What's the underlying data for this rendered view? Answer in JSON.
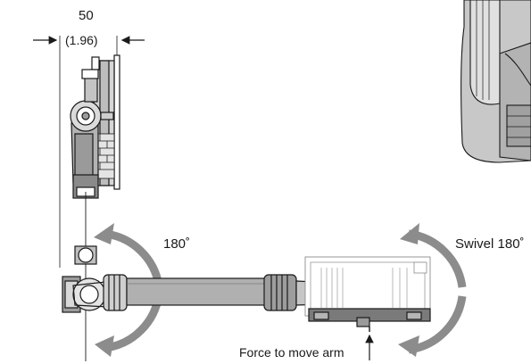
{
  "labels": {
    "width_dimension": "50",
    "width_dimension_inches": "(1.96)",
    "rotation": "180˚",
    "swivel": "Swivel 180˚",
    "force": "Force to move arm"
  },
  "colors": {
    "line": "#1a1a1a",
    "part_light": "#d0d0d0",
    "part_mid": "#a8a8a8",
    "part_dark": "#6e6e6e",
    "arrow_gray": "#8c8c8c"
  }
}
